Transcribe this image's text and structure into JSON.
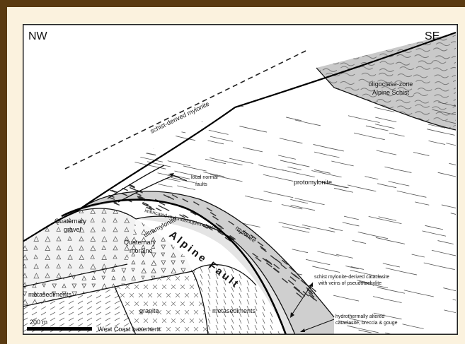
{
  "figure": {
    "corner_left": "NW",
    "corner_right": "SE",
    "scale_bar": "200 m"
  },
  "labels": {
    "schist_mylonite": "schist-derived mylonite",
    "oligoclase_1": "oligoclase-zone",
    "oligoclase_2": "Alpine Schist",
    "protomylonite": "protomylonite",
    "local_normal_1": "local normal",
    "local_normal_2": "faults",
    "imbricated": "imbricated mylonite/duplex structure",
    "mylonite": "mylonite",
    "ultramylonite": "ultramylonite",
    "alpine_fault": "Alpine Fault",
    "q_gravel_1": "Quaternary",
    "q_gravel_2": "gravel",
    "q_moraine_1": "Quaternary",
    "q_moraine_2": "moraine",
    "cataclasite_1": "schist mylonite-derived cataclasite",
    "cataclasite_2": "with veins of pseudotachylite",
    "metasediments_left": "metasediments",
    "granite": "granite",
    "metasediments_right": "metasediments",
    "hydro_1": "hydrothermally altered",
    "hydro_2": "cataclasite, breccia & gouge",
    "west_coast": "West Coast basement"
  }
}
